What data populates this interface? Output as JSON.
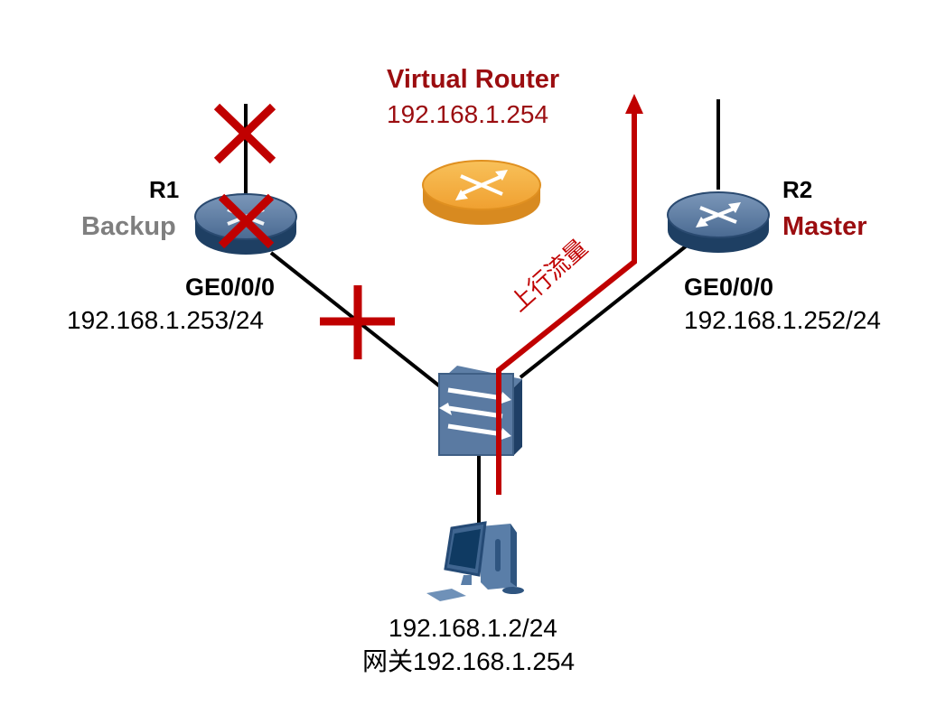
{
  "virtual_router": {
    "title": "Virtual Router",
    "ip": "192.168.1.254"
  },
  "r1": {
    "name": "R1",
    "role": "Backup",
    "interface": "GE0/0/0",
    "ip": "192.168.1.253/24",
    "status": "failed"
  },
  "r2": {
    "name": "R2",
    "role": "Master",
    "interface": "GE0/0/0",
    "ip": "192.168.1.252/24"
  },
  "pc": {
    "ip": "192.168.1.2/24",
    "gateway": "网关192.168.1.254"
  },
  "traffic": {
    "label": "上行流量"
  },
  "colors": {
    "accent_red": "#c00000",
    "dark_red_text": "#9b0d10",
    "backup_gray": "#7f7f7f",
    "router_blue": "#3f5f85",
    "virtual_router_orange": "#f0a030"
  }
}
